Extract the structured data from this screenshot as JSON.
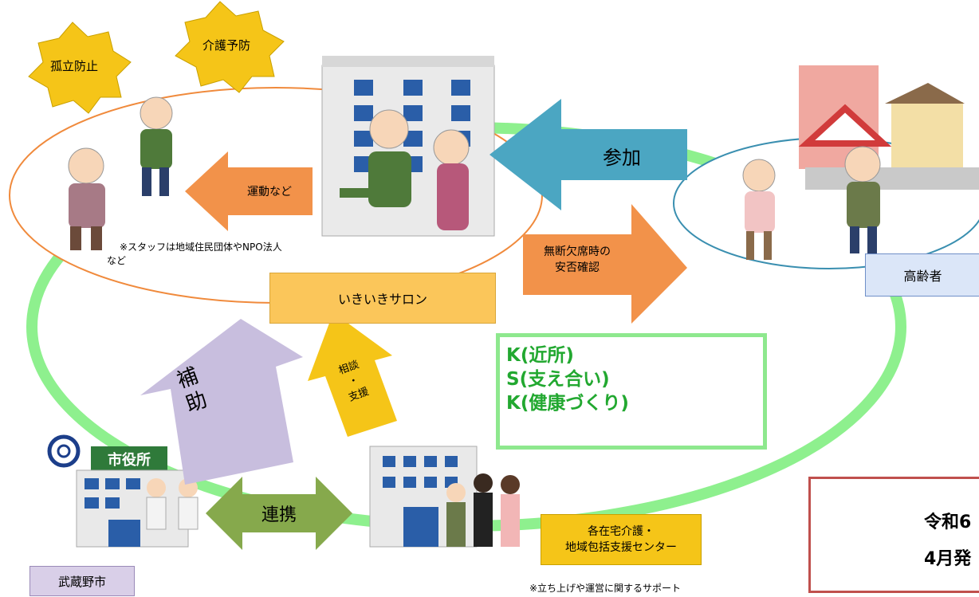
{
  "badges": {
    "isolation": "孤立防止",
    "care_prevention": "介護予防"
  },
  "arrows": {
    "exercise": "運動など",
    "participation": "参加",
    "safety_check": [
      "無断欠席時の",
      "安否確認"
    ],
    "subsidy": [
      "補",
      "助"
    ],
    "consult": [
      "相談",
      "・",
      "支援"
    ],
    "cooperation": "連携"
  },
  "salon": {
    "label": "いきいきサロン"
  },
  "elderly": {
    "label": "高齢者"
  },
  "city": {
    "label": "武蔵野市",
    "sign": "市役所"
  },
  "center": {
    "label": [
      "各在宅介護・",
      "地域包括支援センター"
    ]
  },
  "notes": {
    "staff": [
      "※スタッフは地域住民団体やNPO法人",
      "など"
    ],
    "support": "※立ち上げや運営に関するサポート"
  },
  "ksk": {
    "lines": [
      "K(近所)",
      "S(支え合い)",
      "K(健康づくり)"
    ]
  },
  "announcement": {
    "lines": [
      "令和6",
      "4月発"
    ]
  },
  "colors": {
    "ring": "#8ef08e",
    "salon_oval": "#f08a3c",
    "elderly_oval": "#3a8fb0",
    "star": "#f5c518",
    "orange_arrow": "#f2924a",
    "blue_arrow": "#4ba6c2",
    "purple_arrow": "#c8bede",
    "yellow_arrow": "#f5c518",
    "green_arrow": "#86a94c",
    "salon_box": "#fbc65a",
    "center_box": "#f5c518",
    "announce_border": "#c0504d"
  }
}
